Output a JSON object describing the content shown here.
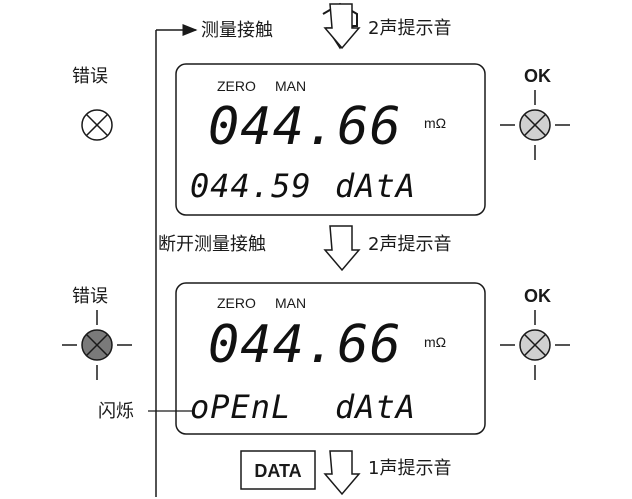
{
  "labels": {
    "contact": "测量接触",
    "break_contact": "断开测量接触",
    "beep2_a": "2声提示音",
    "beep2_b": "2声提示音",
    "beep1": "1声提示音",
    "error_1": "错误",
    "error_2": "错误",
    "ok_1": "OK",
    "ok_2": "OK",
    "blink": "闪烁"
  },
  "display1": {
    "zero": "ZERO",
    "man": "MAN",
    "main_value": "044.66",
    "unit": "mΩ",
    "sub_value": "044.59",
    "sub_text": "dAtA"
  },
  "display2": {
    "zero": "ZERO",
    "man": "MAN",
    "main_value": "044.66",
    "unit": "mΩ",
    "sub_value": "oPEnL",
    "sub_text": "dAtA"
  },
  "data_button": "DATA",
  "colors": {
    "led_off": "#ffffff",
    "led_lit_dark": "#7a7a7a",
    "led_lit_light": "#d0d0d0",
    "stroke": "#1a1a1a"
  }
}
